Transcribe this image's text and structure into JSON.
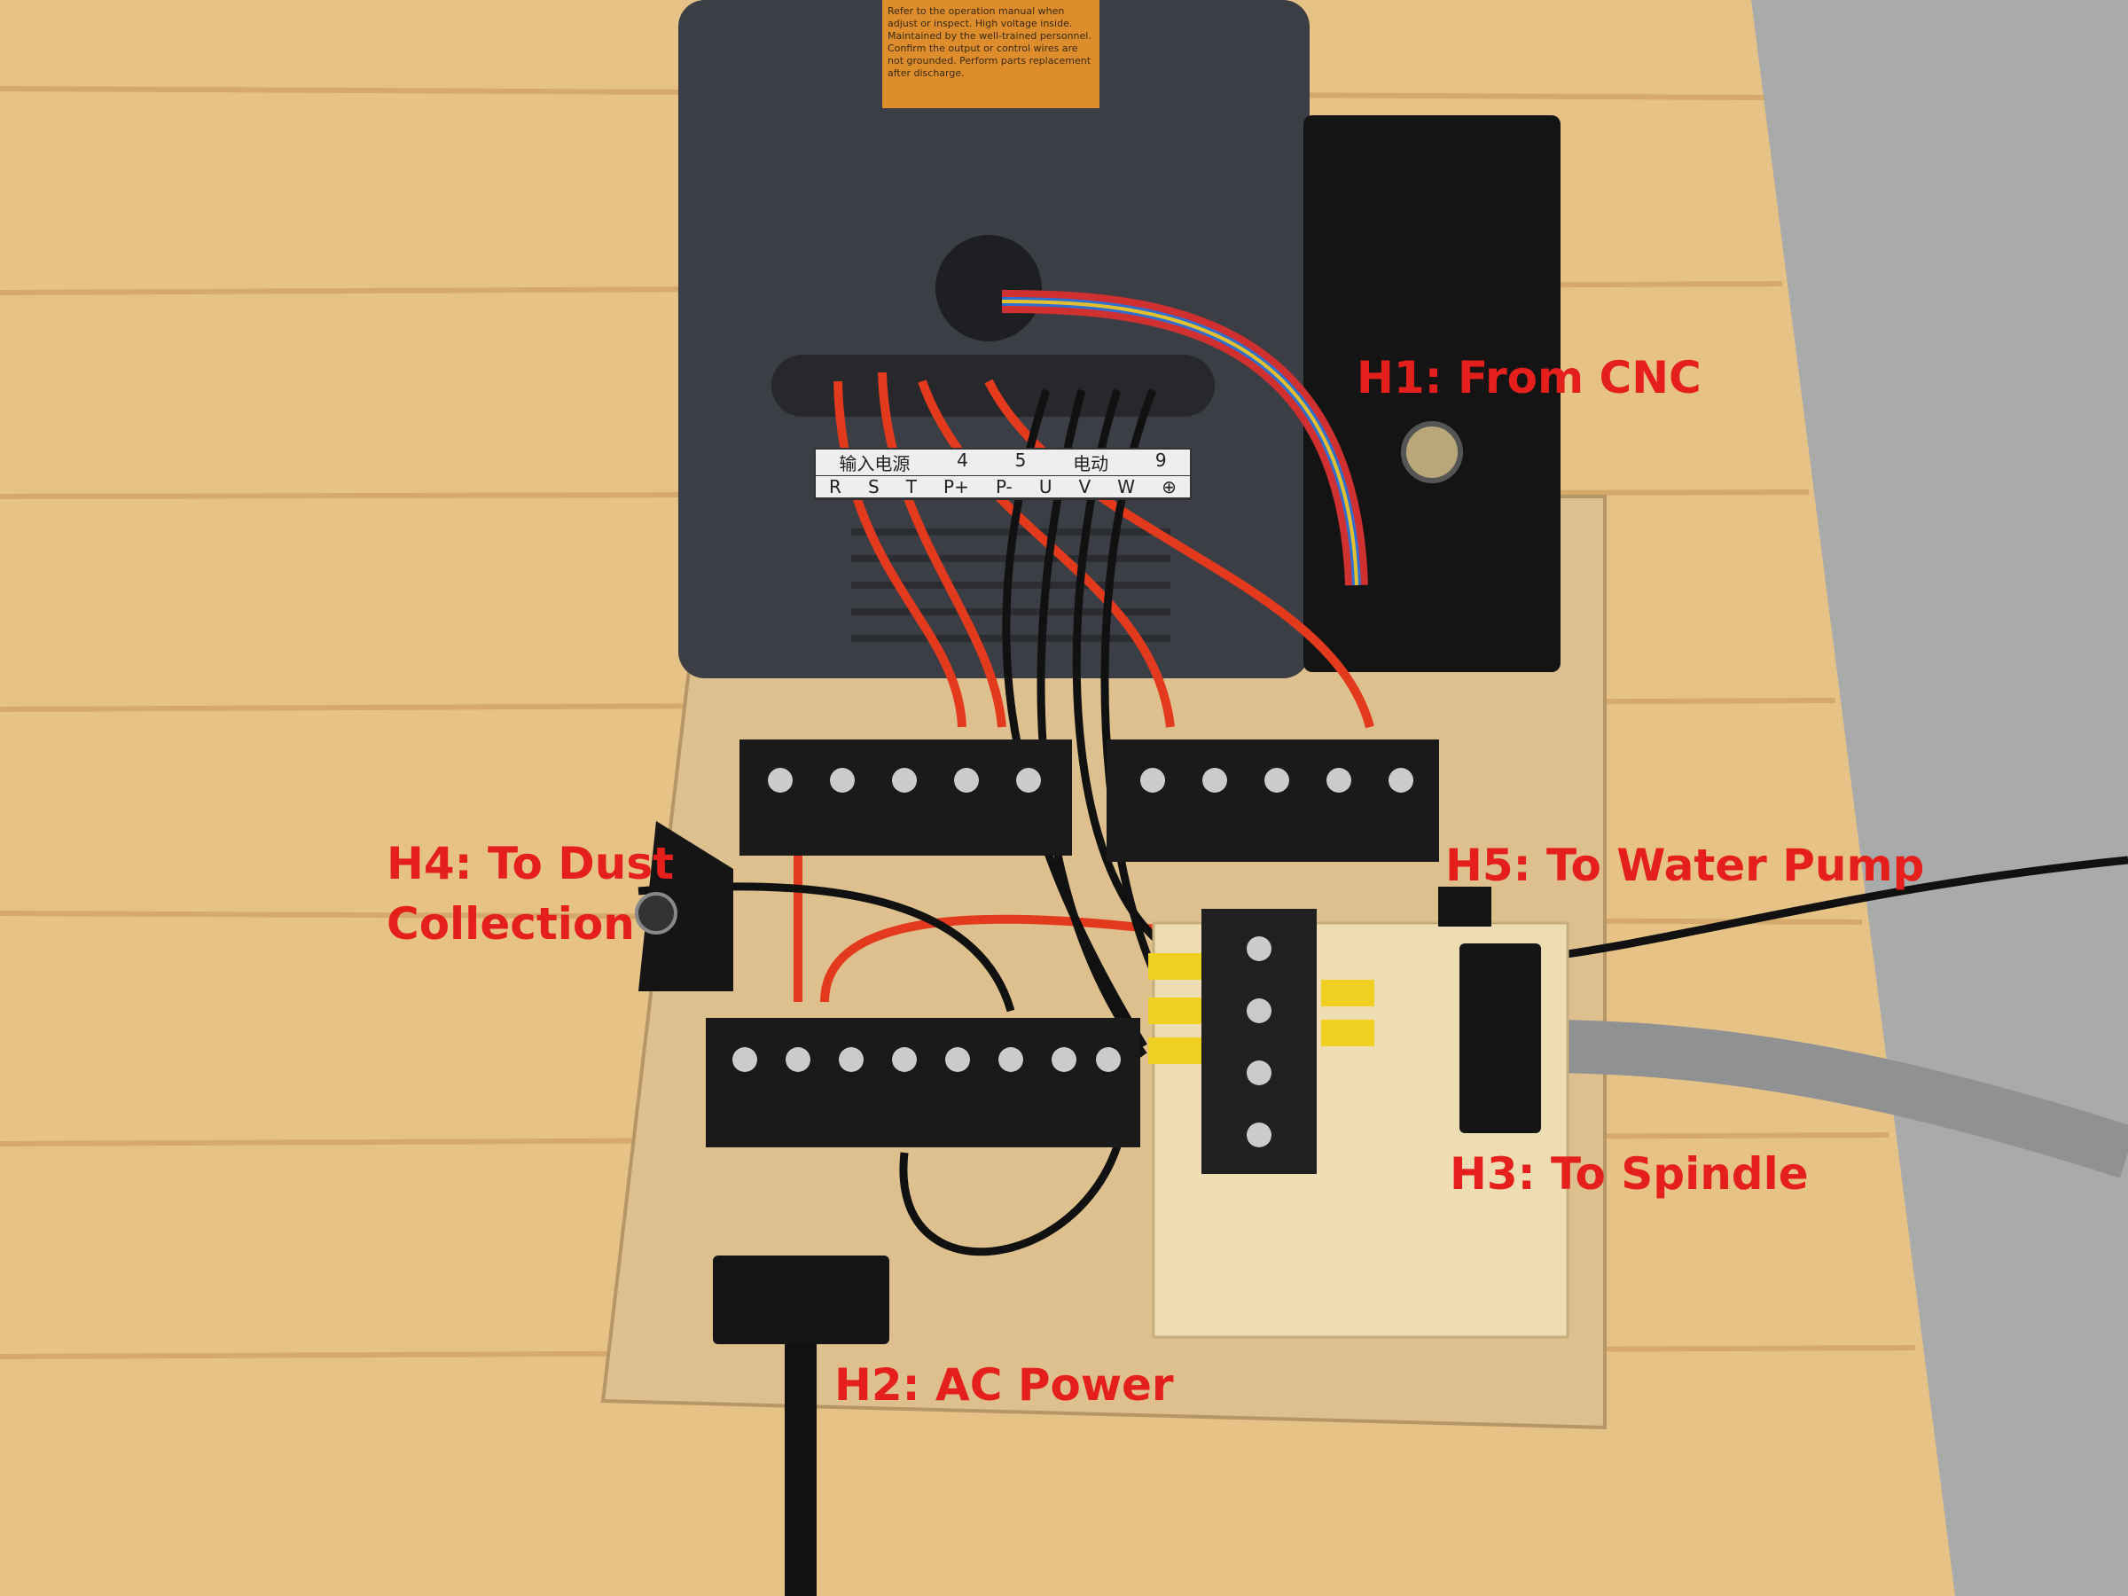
{
  "annotations": {
    "h1": "H1: From CNC",
    "h2": "H2: AC Power",
    "h3": "H3: To Spindle",
    "h4_line1": "H4: To Dust",
    "h4_line2": "Collection",
    "h5": "H5: To Water Pump"
  },
  "vfd": {
    "terminal_top": [
      "输入电源",
      "4",
      "5",
      "电动",
      "9"
    ],
    "terminal_bottom": [
      "R",
      "S",
      "T",
      "P+",
      "P-",
      "U",
      "V",
      "W",
      "⊕"
    ],
    "warning_text": "Refer to the operation manual when adjust or inspect. High voltage inside. Maintained by the well-trained personnel. Confirm the output or control wires are not grounded. Perform parts replacement after discharge."
  },
  "colors": {
    "annotation": "#e41f1c",
    "wood": "#e6c287",
    "vfd": "#3b3e44"
  }
}
